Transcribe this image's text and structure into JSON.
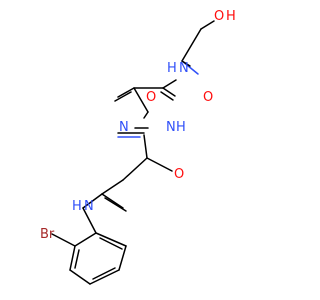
{
  "molecule": {
    "atoms": {
      "hydroxyl_oxygen": "O",
      "hydroxyl_hydrogen": "H",
      "amide_n_ethyl": "N",
      "amide_h_ethyl": "H",
      "carbonyl_o_left": "O",
      "carbonyl_o_right": "O",
      "hydrazone_n1": "N",
      "hydrazone_n2": "N",
      "hydrazone_h": "H",
      "anilide_carbonyl_o": "O",
      "anilide_n": "N",
      "anilide_h": "H",
      "bromine": "Br"
    },
    "colors": {
      "oxygen": "#ff0d0d",
      "nitrogen": "#3050f8",
      "bromine": "#a62929",
      "bond": "#000000"
    }
  }
}
